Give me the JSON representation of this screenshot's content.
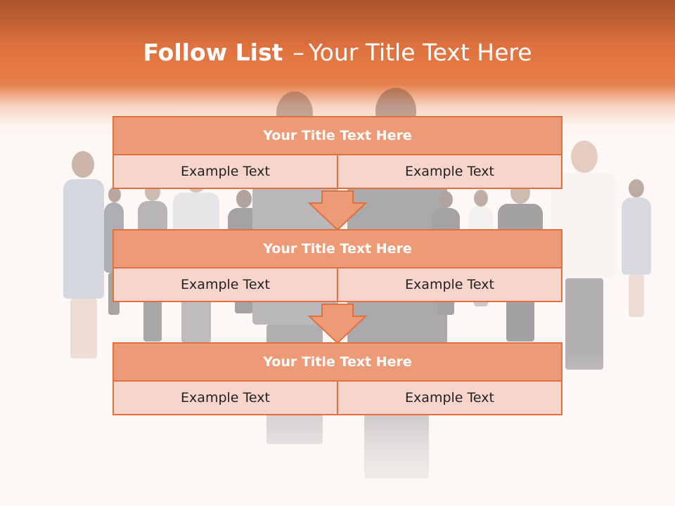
{
  "slide": {
    "title_bold": "Follow List",
    "title_sep": "–",
    "title_rest": "Your Title Text Here"
  },
  "blocks": [
    {
      "title": "Your Title Text Here",
      "cells": [
        "Example Text",
        "Example Text"
      ]
    },
    {
      "title": "Your Title Text Here",
      "cells": [
        "Example Text",
        "Example Text"
      ]
    },
    {
      "title": "Your Title Text Here",
      "cells": [
        "Example Text",
        "Example Text"
      ]
    }
  ],
  "colors": {
    "header": "#e0733f",
    "box_title": "#ed9b76",
    "box_cell": "#f7d5cc",
    "border": "#e0703f"
  },
  "icons": [
    "down-arrow-icon"
  ]
}
